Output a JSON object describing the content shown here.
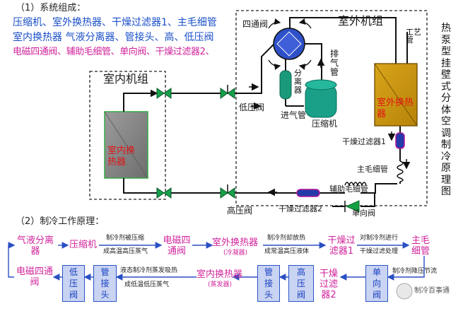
{
  "section1_title": "（1）系统组成：",
  "components": {
    "line1": "压缩机、室外换热器、干燥过滤器1、主毛细管",
    "line2": "室内换热器 气液分离器、管接头、高、低压阀",
    "line3": "电磁四通阀、辅助毛细管、单向阀、干燥过滤器2、"
  },
  "vertical_title": "热泵型挂壁式分体空调制冷原理图",
  "labels": {
    "indoor_unit": "室内机组",
    "outdoor_unit": "室外机组",
    "four_way_valve": "四通阀",
    "process_pipe": "工艺管",
    "discharge_pipe": "排气管",
    "separator": "分离器",
    "low_pressure_valve": "低压阀",
    "suction_pipe": "进气管",
    "compressor": "压缩机",
    "outdoor_hx": "室外换热器",
    "indoor_hx": "室内换热器",
    "dry_filter1": "干燥过滤器1",
    "main_capillary": "主毛细管",
    "aux_capillary": "辅助毛细管",
    "high_pressure_valve": "高压阀",
    "dry_filter2": "干燥过滤器2",
    "check_valve": "单向阀"
  },
  "section2_title": "（2）制冷工作原理：",
  "flow": {
    "gas_liquid_separator": "气液分离器",
    "compressor": "压缩机",
    "solenoid_4way_top": "电磁四通阀",
    "outdoor_hx": "室外换热器",
    "condenser": "(冷凝器)",
    "dry_filter1": "干燥过滤器1",
    "main_capillary": "主毛细管",
    "arrow1_top": "制冷剂被压缩",
    "arrow1_bottom": "成高温高压蒸气",
    "arrow2_top": "制冷剂却放热",
    "arrow2_bottom": "成常温高压液体",
    "arrow3_top": "对制冷剂进行",
    "arrow3_bottom": "干燥过滤处理",
    "arrow4_top": "制冷剂降压节流",
    "solenoid_4way_bottom": "电磁四通阀",
    "low_valve_box": "低压阀",
    "pipe_joint_box1": "管接头",
    "arrow5_top": "液态制冷剂蒸发吸热",
    "arrow5_bottom": "成低温低压蒸气",
    "indoor_hx": "室内换热器",
    "evaporator": "(蒸发器)",
    "pipe_joint_box2": "管接头",
    "high_valve_box": "高压阀",
    "dry_filter2": "干燥过滤器2",
    "check_valve_box": "单向阀"
  },
  "watermark": "制冷百事通"
}
